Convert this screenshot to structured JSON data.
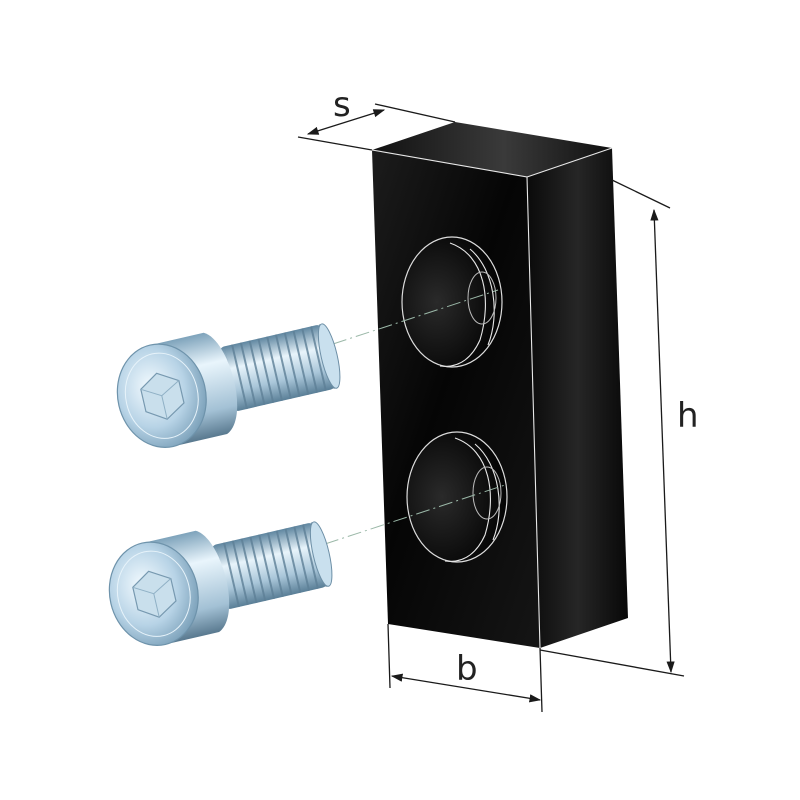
{
  "dimensions": {
    "s": "s",
    "h": "h",
    "b": "b"
  },
  "colors": {
    "block": "#0b0b0b",
    "screw": "#b8d4e6",
    "dimension": "#1a1a1a"
  },
  "parts": {
    "block": "clamping-block",
    "screw_count": 2,
    "hole_count": 2
  }
}
